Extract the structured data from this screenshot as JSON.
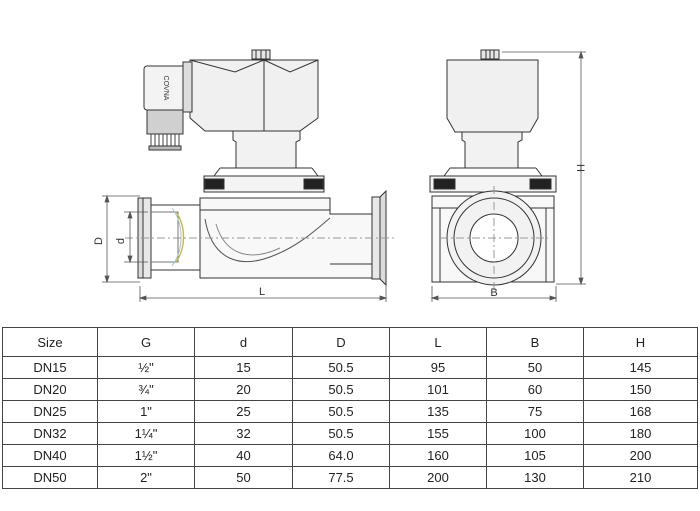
{
  "drawing": {
    "label_D": "D",
    "label_d": "d",
    "label_L": "L",
    "label_B": "B",
    "label_H": "H",
    "coil_brand": "COVNA"
  },
  "table": {
    "headers": [
      "Size",
      "G",
      "d",
      "D",
      "L",
      "B",
      "H"
    ],
    "rows": [
      [
        "DN15",
        "½\"",
        "15",
        "50.5",
        "95",
        "50",
        "145"
      ],
      [
        "DN20",
        "¾\"",
        "20",
        "50.5",
        "101",
        "60",
        "150"
      ],
      [
        "DN25",
        "1\"",
        "25",
        "50.5",
        "135",
        "75",
        "168"
      ],
      [
        "DN32",
        "1¼\"",
        "32",
        "50.5",
        "155",
        "100",
        "180"
      ],
      [
        "DN40",
        "1½\"",
        "40",
        "64.0",
        "160",
        "105",
        "200"
      ],
      [
        "DN50",
        "2\"",
        "50",
        "77.5",
        "200",
        "130",
        "210"
      ]
    ]
  }
}
